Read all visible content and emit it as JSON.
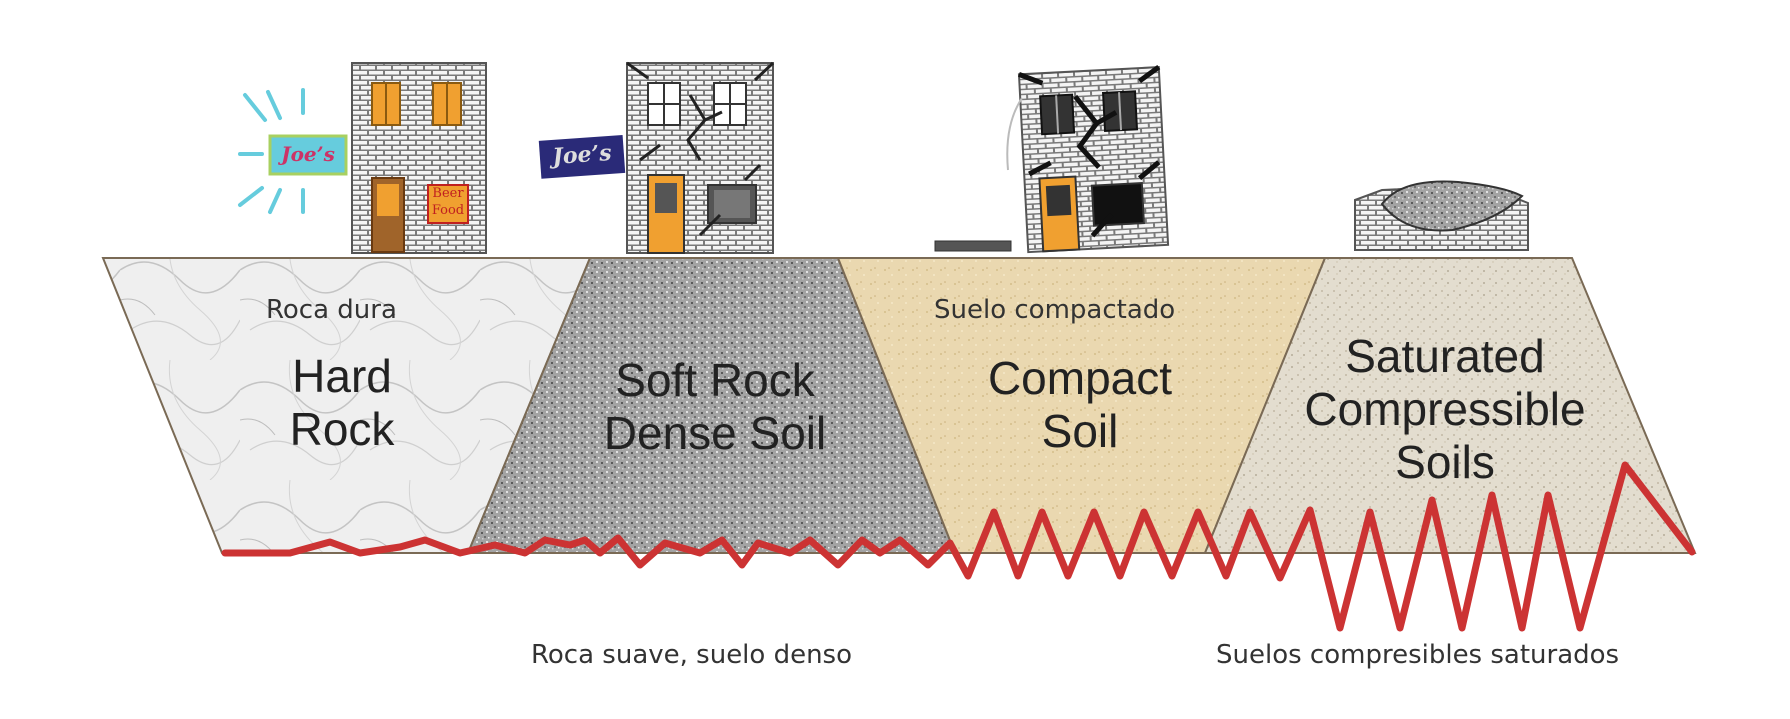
{
  "columns": [
    {
      "id": "hard-rock",
      "label": "Hard\nRock",
      "spanish": "Roca dura"
    },
    {
      "id": "soft-rock",
      "label": "Soft Rock\nDense Soil",
      "spanish": "Roca suave, suelo denso"
    },
    {
      "id": "compact-soil",
      "label": "Compact\nSoil",
      "spanish": "Suelo compactado"
    },
    {
      "id": "saturated",
      "label": "Saturated\nCompressible\nSoils",
      "spanish": "Suelos compresibles saturados"
    }
  ],
  "signs": {
    "joes": "Joe’s",
    "beer": "Beer",
    "food": "Food"
  },
  "colors": {
    "wave": "#cc3333",
    "hard_rock": "#eeeeee",
    "soft_rock": "#9a9a9a",
    "compact_soil": "#ead8b0",
    "saturated": "#e2dccd",
    "brick": "#6b6b6b",
    "door": "#f0a030",
    "sign_cyan": "#66ccdd",
    "sign_navy": "#2a2a78"
  },
  "icons": [
    "building-icon",
    "rubble-icon",
    "seismic-wave-icon",
    "shock-lines-icon"
  ]
}
